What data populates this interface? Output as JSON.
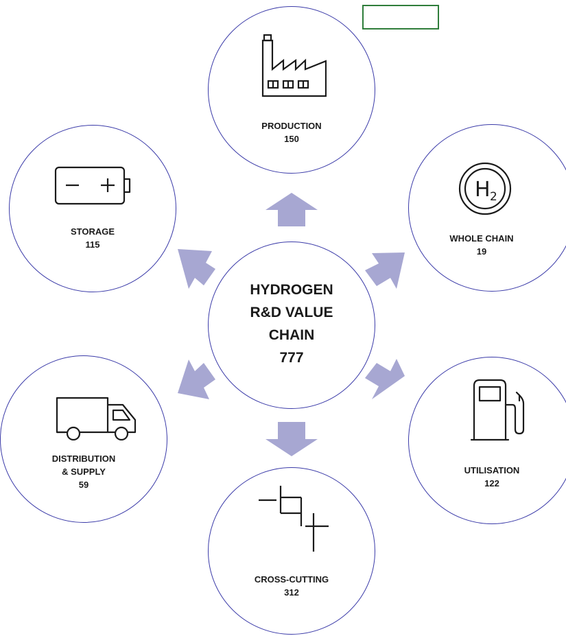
{
  "center": {
    "lines": [
      "HYDROGEN",
      "R&D VALUE",
      "CHAIN",
      "777"
    ]
  },
  "nodes": {
    "production": {
      "label": "PRODUCTION",
      "value": "150",
      "icon": "factory-icon"
    },
    "whole_chain": {
      "label": "WHOLE CHAIN",
      "value": "19",
      "icon": "hydrogen-h2-icon"
    },
    "utilisation": {
      "label": "UTILISATION",
      "value": "122",
      "icon": "fuel-pump-icon"
    },
    "cross_cutting": {
      "label": "CROSS-CUTTING",
      "value": "312",
      "icon": "cross-cutting-icon"
    },
    "distribution": {
      "label_line1": "DISTRIBUTION",
      "label_line2": "& SUPPLY",
      "value": "59",
      "icon": "truck-icon"
    },
    "storage": {
      "label": "STORAGE",
      "value": "115",
      "icon": "battery-icon"
    }
  },
  "colors": {
    "circle_border": "#3a3aa8",
    "arrow_fill": "#a7a7d2",
    "box_border": "#2e7d3a"
  }
}
